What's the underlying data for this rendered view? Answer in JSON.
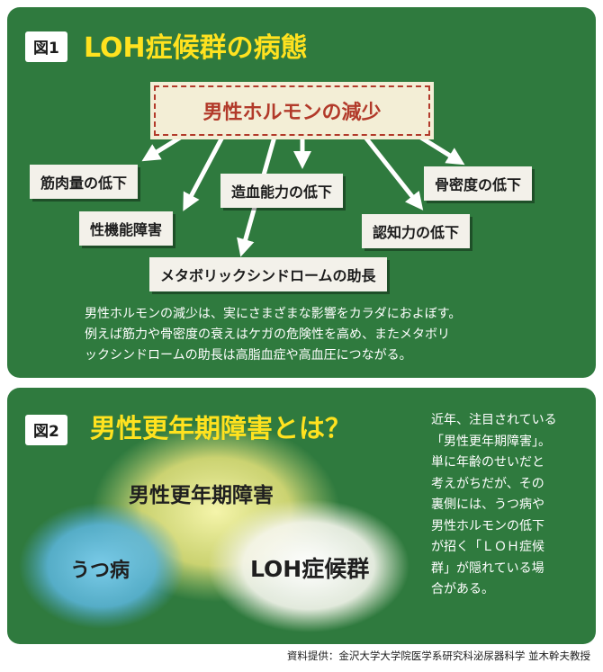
{
  "figure1": {
    "label": "図1",
    "title": "LOH症候群の病態",
    "center": "男性ホルモンの減少",
    "effects": {
      "muscle": "筋肉量の低下",
      "sexual": "性機能障害",
      "blood": "造血能力の低下",
      "metabolic": "メタボリックシンドロームの助長",
      "cognitive": "認知力の低下",
      "bone": "骨密度の低下"
    },
    "description": [
      "男性ホルモンの減少は、実にさまざまな影響をカラダにおよぼす。",
      "例えば筋力や骨密度の衰えはケガの危険性を高め、またメタボリ",
      "ックシンドロームの助長は高脂血症や高血圧につながる。"
    ]
  },
  "figure2": {
    "label": "図2",
    "title": "男性更年期障害とは？",
    "venn": {
      "top": "男性更年期障害",
      "left": "うつ病",
      "right": "LOH症候群"
    },
    "side_text": [
      "近年、注目されている",
      "「男性更年期障害」。",
      "単に年齢のせいだと",
      "考えがちだが、その",
      "裏側には、うつ病や",
      "男性ホルモンの低下",
      "が招く「ＬＯＨ症候",
      "群」が隠れている場",
      "合がある。"
    ]
  },
  "source": "資料提供：金沢大学大学院医学系研究科泌尿器科学 並木幹夫教授",
  "colors": {
    "panel_green": "#2f7a3e",
    "title_yellow": "#ffe21f",
    "center_red": "#b23a2a",
    "box_bg": "#f3f1ea"
  }
}
